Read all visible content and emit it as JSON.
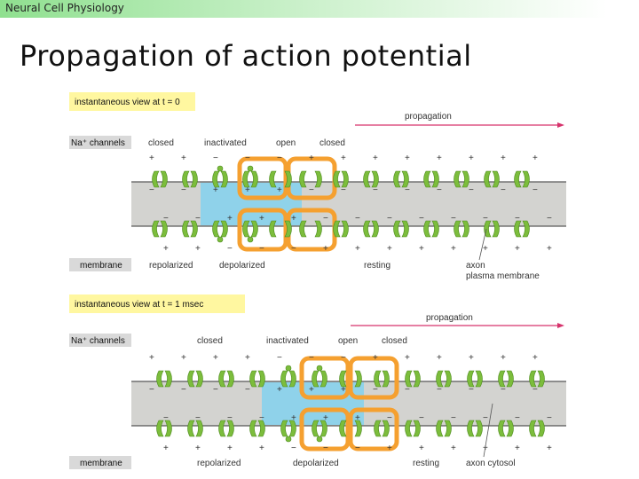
{
  "header": {
    "course": "Neural Cell Physiology"
  },
  "slide": {
    "title": "Propagation of action potential"
  },
  "panels": [
    {
      "view_label": "instantaneous view at t = 0",
      "propagation_label": "propagation",
      "channels_label": "Na⁺ channels",
      "channel_states": [
        "closed",
        "inactivated",
        "open",
        "closed"
      ],
      "membrane_label": "membrane",
      "membrane_states": [
        "repolarized",
        "depolarized",
        "resting"
      ],
      "axon_label": [
        "axon",
        "plasma membrane"
      ]
    },
    {
      "view_label": "instantaneous view at t = 1 msec",
      "propagation_label": "propagation",
      "channels_label": "Na⁺ channels",
      "channel_states": [
        "closed",
        "inactivated",
        "open",
        "closed"
      ],
      "membrane_label": "membrane",
      "membrane_states": [
        "repolarized",
        "depolarized",
        "resting"
      ],
      "axon_label": [
        "axon cytosol"
      ]
    }
  ],
  "colors": {
    "label_box_yellow": "#fff7a0",
    "gray_label_box": "#d9d9d9",
    "membrane_gray": "#d3d3d0",
    "depolarized_blue": "#8fd2ea",
    "channel_green": "#7cbd3c",
    "highlight_orange": "#f5a030",
    "arrow_pink": "#d6336c"
  }
}
